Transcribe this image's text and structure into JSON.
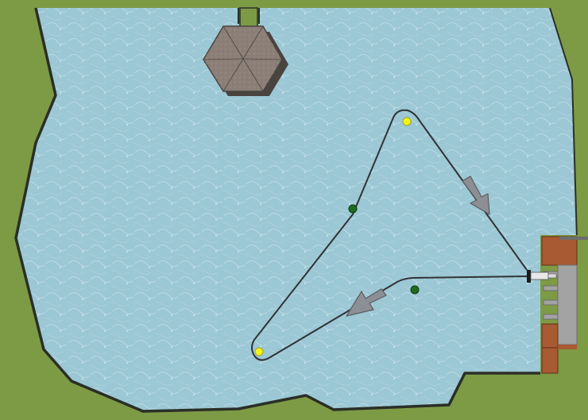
{
  "scene": {
    "colors": {
      "grass": "#7d9a45",
      "water": "#9cc7d4",
      "shore_line": "#2a2f26",
      "pavilion_roof": "#8b7f77",
      "pavilion_edge": "#4a4440",
      "walkway": "#7d9a45",
      "dock_wood": "#a85a33",
      "dock_deck": "#a3a3a3",
      "path_line": "#2f3336",
      "arrow_fill": "#8c8f94",
      "arrow_stroke": "#5a5c60",
      "marker_yellow": "#f2f21e",
      "marker_green": "#1f6b1f",
      "launcher": "#1a1a1a"
    },
    "elements": [
      {
        "name": "hexagonal-pavilion",
        "kind": "structure"
      },
      {
        "name": "pavilion-walkway",
        "kind": "structure"
      },
      {
        "name": "boat-dock",
        "kind": "structure"
      },
      {
        "name": "launch-point",
        "kind": "marker"
      },
      {
        "name": "route-path",
        "kind": "path"
      },
      {
        "name": "direction-arrow",
        "kind": "arrow",
        "count": 2
      },
      {
        "name": "yellow-buoy",
        "kind": "marker",
        "count": 2
      },
      {
        "name": "green-buoy",
        "kind": "marker",
        "count": 2
      }
    ]
  }
}
